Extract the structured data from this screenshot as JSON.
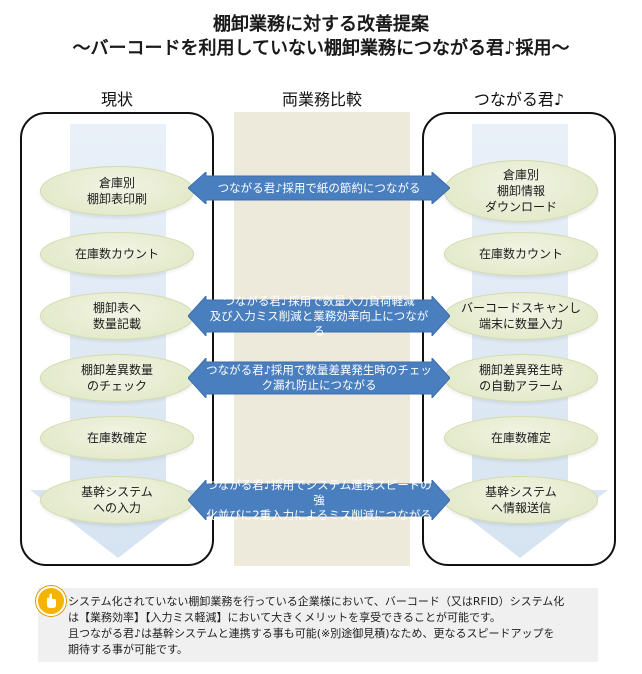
{
  "title": {
    "line1": "棚卸業務に対する改善提案",
    "line2": "～バーコードを利用していない棚卸業務につながる君♪採用～"
  },
  "columns": {
    "left": "現状",
    "center": "両業務比較",
    "right": "つながる君♪"
  },
  "left_steps": [
    "倉庫別\n棚卸表印刷",
    "在庫数カウント",
    "棚卸表へ\n数量記載",
    "棚卸差異数量\nのチェック",
    "在庫数確定",
    "基幹システム\nへの入力"
  ],
  "right_steps": [
    "倉庫別\n棚卸情報\nダウンロード",
    "在庫数カウント",
    "バーコードスキャンし\n端末に数量入力",
    "棚卸差異発生時\nの自動アラーム",
    "在庫数確定",
    "基幹システム\nへ情報送信"
  ],
  "comparisons": [
    "つながる君♪採用で紙の節約につながる",
    "つながる君♪採用で数量入力負荷軽減\n及び入力ミス削減と業務効率向上につながる",
    "つながる君♪採用で数量差異発生時のチェッ\nク漏れ防止につながる",
    "つながる君♪採用でシステム連携スピードの強\n化並びに2重入力によるミス削減につながる"
  ],
  "note": {
    "line1": "システム化されていない棚卸業務を行っている企業様において、バーコード（又はRFID）システム化",
    "line2": "は【業務効率】【入力ミス軽減】において大きくメリットを享受できることが可能です。",
    "line3": "且つながる君♪は基幹システムと連携する事も可能(※別途御見積)なため、更なるスピードアップを",
    "line4": "期待する事が可能です。"
  },
  "colors": {
    "oval_fill": "#e4eacb",
    "arrow_fill": "#4a7fbf",
    "band": "#eeeadb",
    "big_arrow": "#dde8f4",
    "icon": "#f5b400"
  },
  "icons": {
    "note_icon": "hand-point-icon"
  }
}
